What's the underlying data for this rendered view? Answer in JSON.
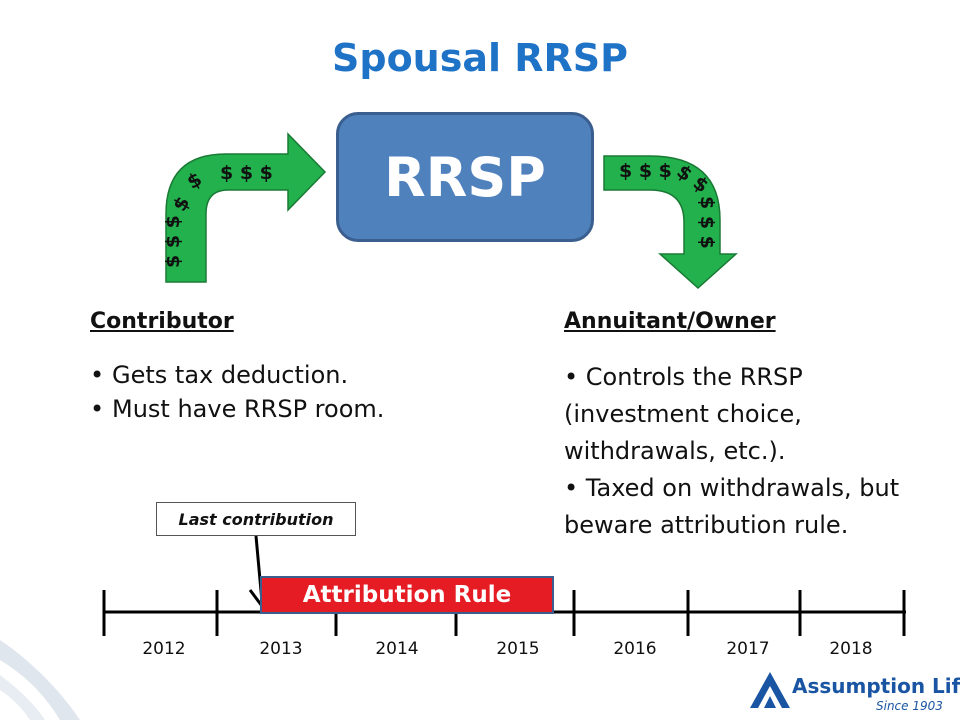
{
  "slide": {
    "title": "Spousal RRSP",
    "center_box_label": "RRSP",
    "money_symbols": {
      "left_vertical": "$ $ $",
      "left_curve": "$",
      "left_curve2": "$",
      "left_horizontal": "$ $ $",
      "right_horizontal": "$ $ $",
      "right_curve": "$ $",
      "right_vertical": "$ $ $"
    },
    "contributor": {
      "heading": "Contributor",
      "bullets": [
        "Gets tax deduction.",
        "Must have RRSP room."
      ]
    },
    "annuitant": {
      "heading": "Annuitant/Owner",
      "bullets": [
        "Controls the RRSP (investment choice, withdrawals, etc.).",
        "Taxed on withdrawals, but beware attribution rule."
      ]
    },
    "callout_label": "Last contribution",
    "attribution_label": "Attribution Rule",
    "timeline_years": [
      "2012",
      "2013",
      "2014",
      "2015",
      "2016",
      "2017",
      "2018"
    ],
    "colors": {
      "title": "#1f73c7",
      "box": "#4f81bd",
      "arrow": "#22b14c",
      "attribution": "#e61c24",
      "brand": "#1a55a3"
    },
    "logo": {
      "name": "Assumption Life",
      "tagline": "Since 1903"
    }
  }
}
